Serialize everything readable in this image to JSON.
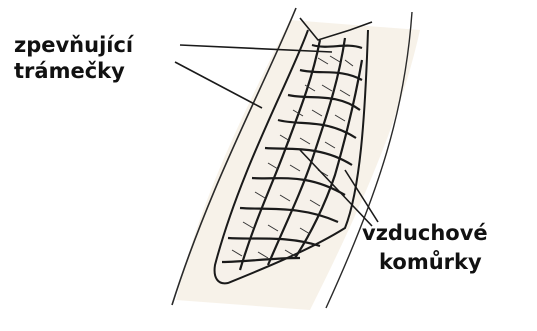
{
  "labels": {
    "top_line1": "zpevňující",
    "top_line2": "trámečky",
    "bottom_line1": "vzduchové",
    "bottom_line2": "komůrky"
  },
  "colors": {
    "ink": "#1a1a1a",
    "paper": "#ffffff",
    "shade": "#e9dcc8"
  }
}
